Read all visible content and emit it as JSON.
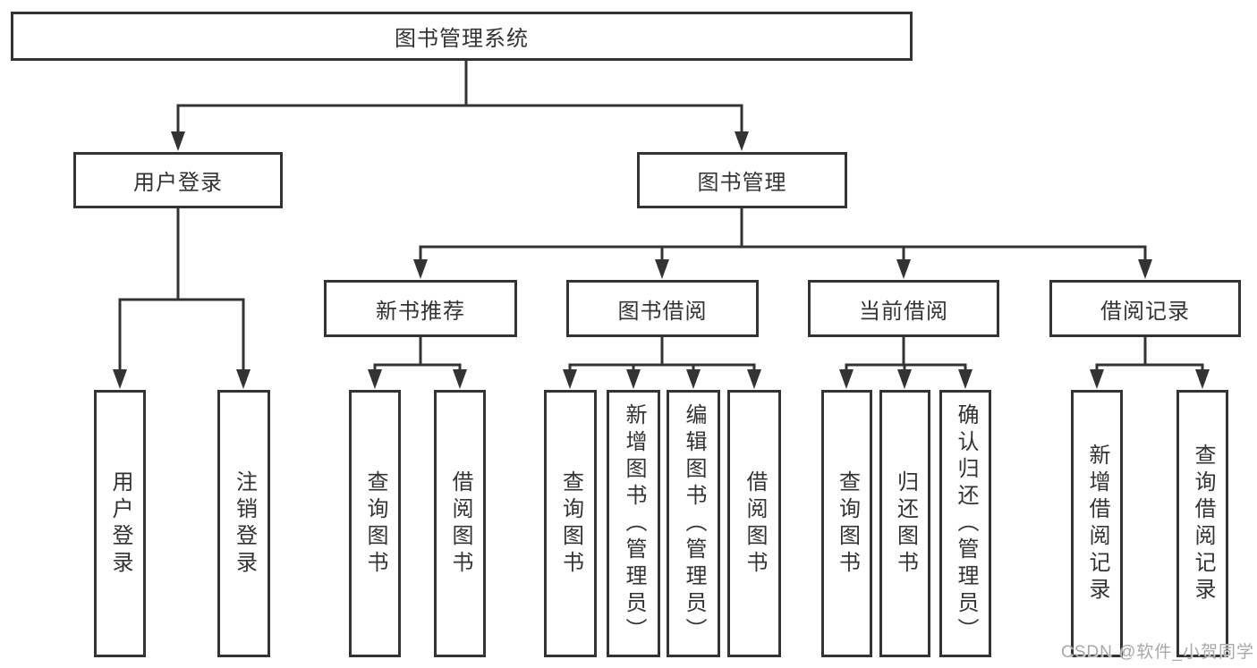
{
  "nodes": {
    "root": {
      "label": "图书管理系统"
    },
    "level2": [
      {
        "label": "用户登录"
      },
      {
        "label": "图书管理"
      }
    ],
    "level3": [
      {
        "label": "新书推荐"
      },
      {
        "label": "图书借阅"
      },
      {
        "label": "当前借阅"
      },
      {
        "label": "借阅记录"
      }
    ],
    "leaves": [
      {
        "label": "用户登录"
      },
      {
        "label": "注销登录"
      },
      {
        "label": "查询图书"
      },
      {
        "label": "借阅图书"
      },
      {
        "label": "查询图书"
      },
      {
        "label": "新增图书（管理员）"
      },
      {
        "label": "编辑图书（管理员）"
      },
      {
        "label": "借阅图书"
      },
      {
        "label": "查询图书"
      },
      {
        "label": "归还图书"
      },
      {
        "label": "确认归还（管理员）"
      },
      {
        "label": "新增借阅记录"
      },
      {
        "label": "查询借阅记录"
      }
    ]
  },
  "watermark": "CSDN @软件_小贺同学",
  "colors": {
    "line": "#333333",
    "text": "#333333",
    "background": "#ffffff",
    "watermark": "#a8a8a8"
  }
}
